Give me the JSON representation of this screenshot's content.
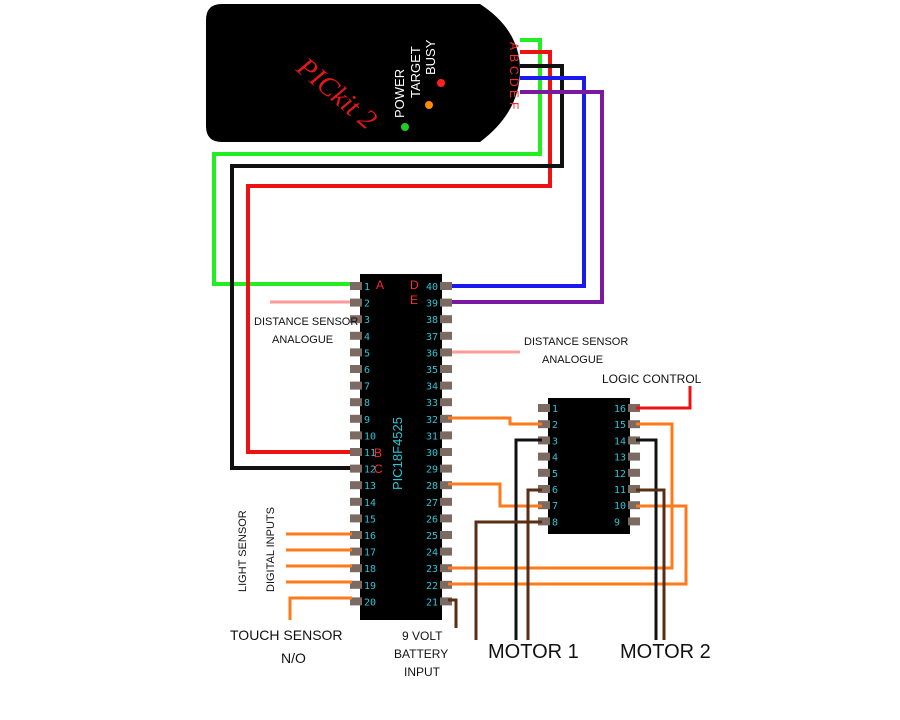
{
  "pickit": {
    "title": "PICkit 2",
    "leds": [
      {
        "label": "POWER",
        "color": "#22cc22"
      },
      {
        "label": "TARGET",
        "color": "#ff8c00"
      },
      {
        "label": "BUSY",
        "color": "#ff2020"
      }
    ],
    "pin_letters": [
      "A",
      "B",
      "C",
      "D",
      "E",
      "F"
    ]
  },
  "mcu": {
    "part": "PIC18F4525",
    "left_pins": [
      "1",
      "2",
      "3",
      "4",
      "5",
      "6",
      "7",
      "8",
      "9",
      "10",
      "11",
      "12",
      "13",
      "14",
      "15",
      "16",
      "17",
      "18",
      "19",
      "20"
    ],
    "right_pins": [
      "40",
      "39",
      "38",
      "37",
      "36",
      "35",
      "34",
      "33",
      "32",
      "31",
      "30",
      "29",
      "28",
      "27",
      "26",
      "25",
      "24",
      "23",
      "22",
      "21"
    ],
    "tags": {
      "a": "A",
      "b": "B",
      "c": "C",
      "d": "D",
      "e": "E"
    }
  },
  "driver": {
    "left_pins": [
      "1",
      "2",
      "3",
      "4",
      "5",
      "6",
      "7",
      "8"
    ],
    "right_pins": [
      "16",
      "15",
      "14",
      "13",
      "12",
      "11",
      "10",
      "9"
    ]
  },
  "labels": {
    "distance_left_1": "DISTANCE SENSOR",
    "distance_left_2": "ANALOGUE",
    "distance_right_1": "DISTANCE SENSOR",
    "distance_right_2": "ANALOGUE",
    "logic_control": "LOGIC CONTROL",
    "light_sensor": "LIGHT SENSOR",
    "digital_inputs": "DIGITAL INPUTS",
    "touch_sensor_1": "TOUCH SENSOR",
    "touch_sensor_2": "N/O",
    "battery_1": "9 VOLT",
    "battery_2": "BATTERY",
    "battery_3": "INPUT",
    "motor_1": "MOTOR 1",
    "motor_2": "MOTOR 2"
  },
  "colors": {
    "green": "#22ee22",
    "black": "#111111",
    "red": "#ee1111",
    "blue": "#1a1aee",
    "purple": "#7a1aa0",
    "orange": "#ff7a1a",
    "pink": "#ff9a9a",
    "brown": "#5a2e14",
    "pin_text": "#27c6d9"
  }
}
